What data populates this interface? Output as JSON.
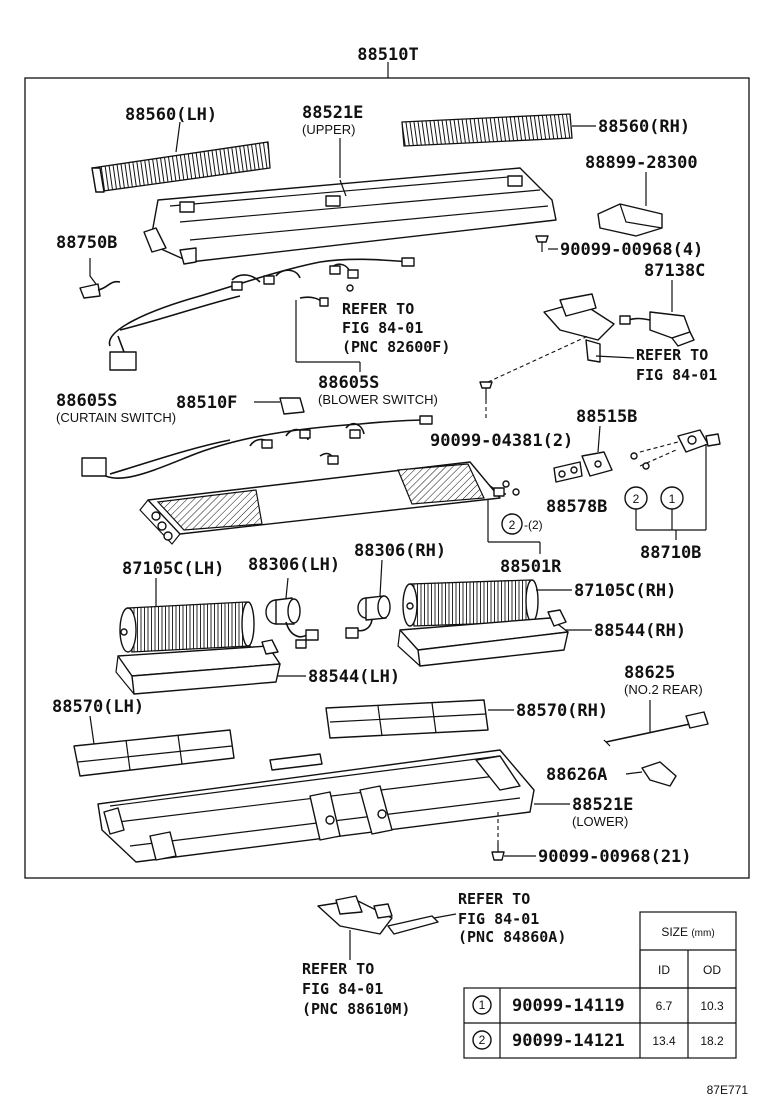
{
  "assembly": {
    "main_part": "88510T"
  },
  "labels": {
    "p88560_lh": "88560(LH)",
    "p88521e_upper": "88521E",
    "p88521e_upper_note": "(UPPER)",
    "p88560_rh": "88560(RH)",
    "p88899": "88899-28300",
    "p88750b": "88750B",
    "p90099_00968_4": "90099-00968(4)",
    "p87138c": "87138C",
    "p88605s_blower": "88605S",
    "p88605s_blower_note": "(BLOWER SWITCH)",
    "p88605s_curtain": "88605S",
    "p88605s_curtain_note": "(CURTAIN SWITCH)",
    "p88510f": "88510F",
    "p90099_04381": "90099-04381(2)",
    "p88515b": "88515B",
    "p88578b": "88578B",
    "p88501r": "88501R",
    "p88710b": "88710B",
    "p87105c_lh": "87105C(LH)",
    "p88306_lh": "88306(LH)",
    "p88306_rh": "88306(RH)",
    "p87105c_rh": "87105C(RH)",
    "p88544_rh": "88544(RH)",
    "p88544_lh": "88544(LH)",
    "p88625": "88625",
    "p88625_note": "(NO.2 REAR)",
    "p88570_lh": "88570(LH)",
    "p88570_rh": "88570(RH)",
    "p88626a": "88626A",
    "p88521e_lower": "88521E",
    "p88521e_lower_note": "(LOWER)",
    "p90099_00968_21": "90099-00968(21)",
    "callout_2_qty": "-(2)",
    "circle_1": "1",
    "circle_2": "2"
  },
  "references": {
    "ref_a": {
      "line1": "REFER TO",
      "line2": "FIG 84-01",
      "line3": "(PNC 82600F)"
    },
    "ref_b": {
      "line1": "REFER TO",
      "line2": "FIG 84-01"
    },
    "ref_c": {
      "line1": "REFER TO",
      "line2": "FIG 84-01",
      "line3": "(PNC 84860A)"
    },
    "ref_d": {
      "line1": "REFER TO",
      "line2": "FIG 84-01",
      "line3": "(PNC 88610M)"
    }
  },
  "size_table": {
    "header": "SIZE",
    "unit": "(mm)",
    "col_id": "ID",
    "col_od": "OD",
    "rows": [
      {
        "key": "1",
        "part": "90099-14119",
        "id": "6.7",
        "od": "10.3"
      },
      {
        "key": "2",
        "part": "90099-14121",
        "id": "13.4",
        "od": "18.2"
      }
    ]
  },
  "figure_code": "87E771"
}
